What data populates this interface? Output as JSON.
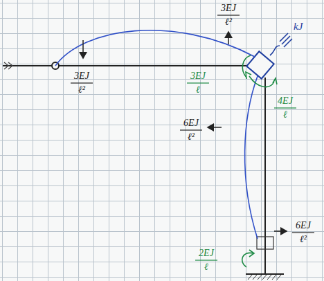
{
  "diagram": {
    "labels": [
      "3EJ ℓ²",
      "3EJ ℓ²",
      "3EJ ℓ",
      "4EJ ℓ",
      "6EJ ℓ²",
      "6EJ ℓ²",
      "2EJ ℓ",
      "kJ"
    ]
  }
}
